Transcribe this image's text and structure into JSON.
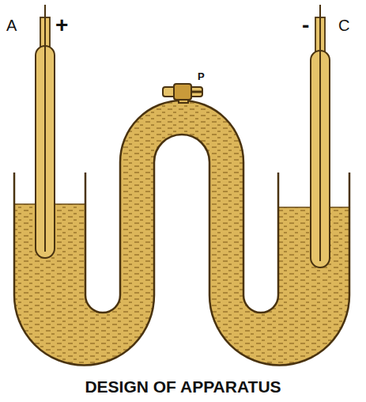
{
  "diagram": {
    "caption": "DESIGN OF APPARATUS",
    "labels": [
      "A",
      "+",
      "-",
      "C",
      "P"
    ]
  }
}
